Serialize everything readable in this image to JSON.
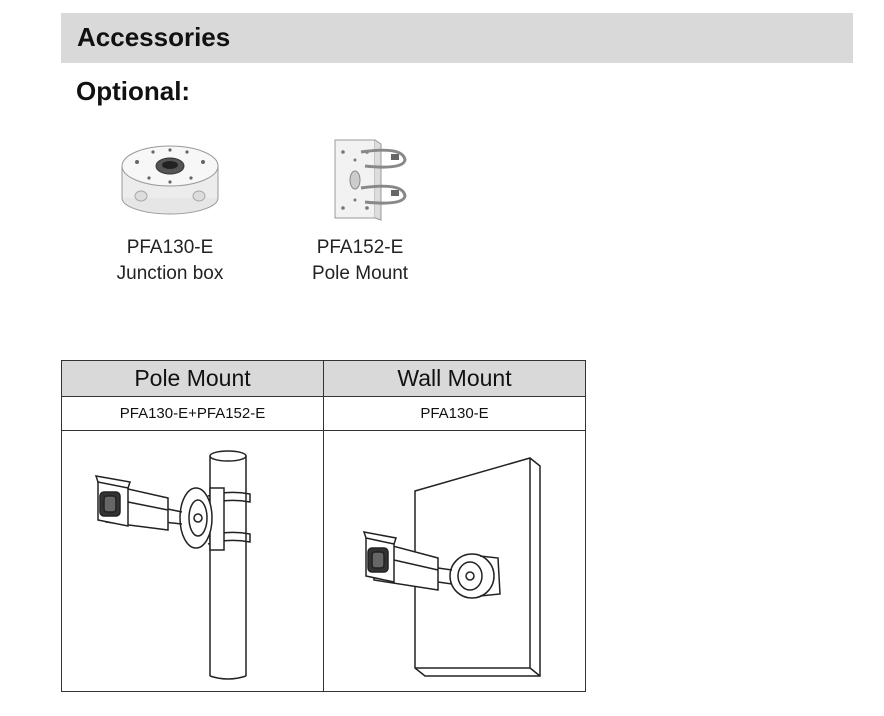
{
  "section": {
    "title": "Accessories"
  },
  "optional": {
    "title": "Optional:"
  },
  "accessories": [
    {
      "model": "PFA130-E",
      "description": "Junction box",
      "icon": "junction-box-icon"
    },
    {
      "model": "PFA152-E",
      "description": "Pole Mount",
      "icon": "pole-mount-bracket-icon"
    }
  ],
  "mount_table": {
    "headers": [
      "Pole Mount",
      "Wall Mount"
    ],
    "codes": [
      "PFA130-E+PFA152-E",
      "PFA130-E"
    ],
    "illustrations": [
      "pole-mounted-camera-illustration",
      "wall-mounted-camera-illustration"
    ]
  }
}
